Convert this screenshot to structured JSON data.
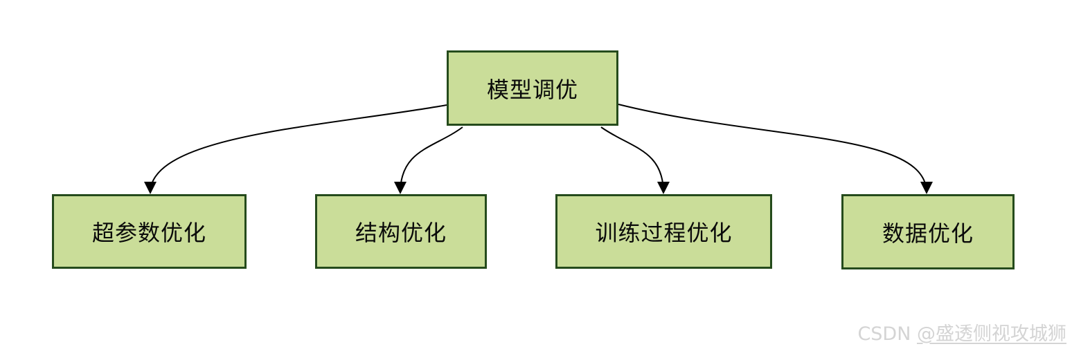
{
  "diagram": {
    "root": {
      "label": "模型调优"
    },
    "children": [
      {
        "label": "超参数优化"
      },
      {
        "label": "结构优化"
      },
      {
        "label": "训练过程优化"
      },
      {
        "label": "数据优化"
      }
    ],
    "colors": {
      "node_fill": "#cadd99",
      "node_border": "#254b1c",
      "edge": "#000000",
      "canvas_bg": "#ffffff",
      "text": "#0a0a0a"
    }
  },
  "watermark": {
    "prefix": "CSDN ",
    "user": "@盛透侧视攻城狮",
    "color": "#d4d4d4"
  }
}
